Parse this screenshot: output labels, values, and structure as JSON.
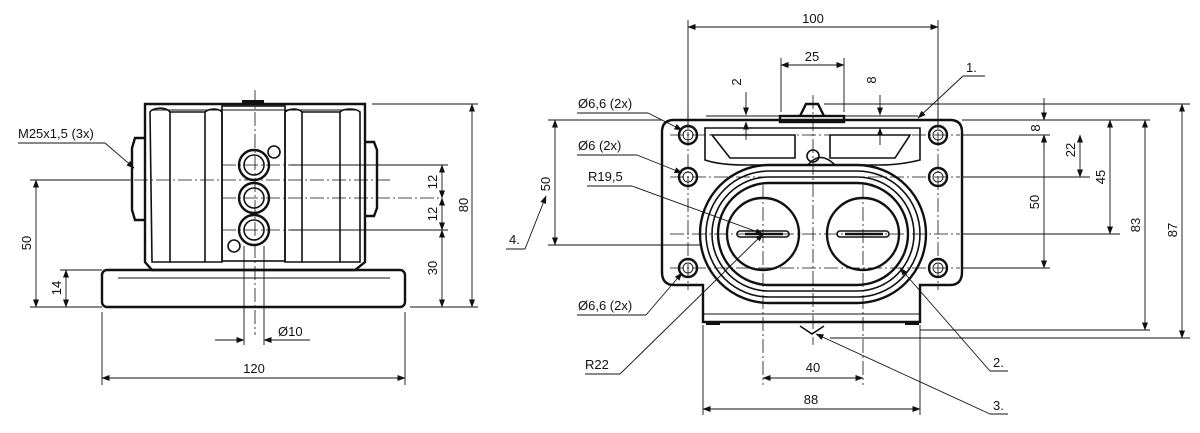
{
  "left_view": {
    "thread_label": "M25x1,5 (3x)",
    "dim_total_height": "80",
    "dim_50": "50",
    "dim_14": "14",
    "dim_30": "30",
    "dim_12a": "12",
    "dim_12b": "12",
    "dim_dia10": "Ø10",
    "dim_width": "120"
  },
  "right_view": {
    "dim_100": "100",
    "dim_25": "25",
    "dim_2": "2",
    "dim_8_top": "8",
    "dim_8_right": "8",
    "dim_22": "22",
    "dim_45": "45",
    "dim_50_right": "50",
    "dim_83": "83",
    "dim_87": "87",
    "dim_50_left": "50",
    "dim_40": "40",
    "dim_88": "88",
    "hole_top": "Ø6,6 (2x)",
    "hole_mid": "Ø6 (2x)",
    "radius_inner": "R19,5",
    "hole_bottom": "Ø6,6 (2x)",
    "radius_outer": "R22",
    "callout_1": "1.",
    "callout_2": "2.",
    "callout_3": "3.",
    "callout_4": "4."
  }
}
